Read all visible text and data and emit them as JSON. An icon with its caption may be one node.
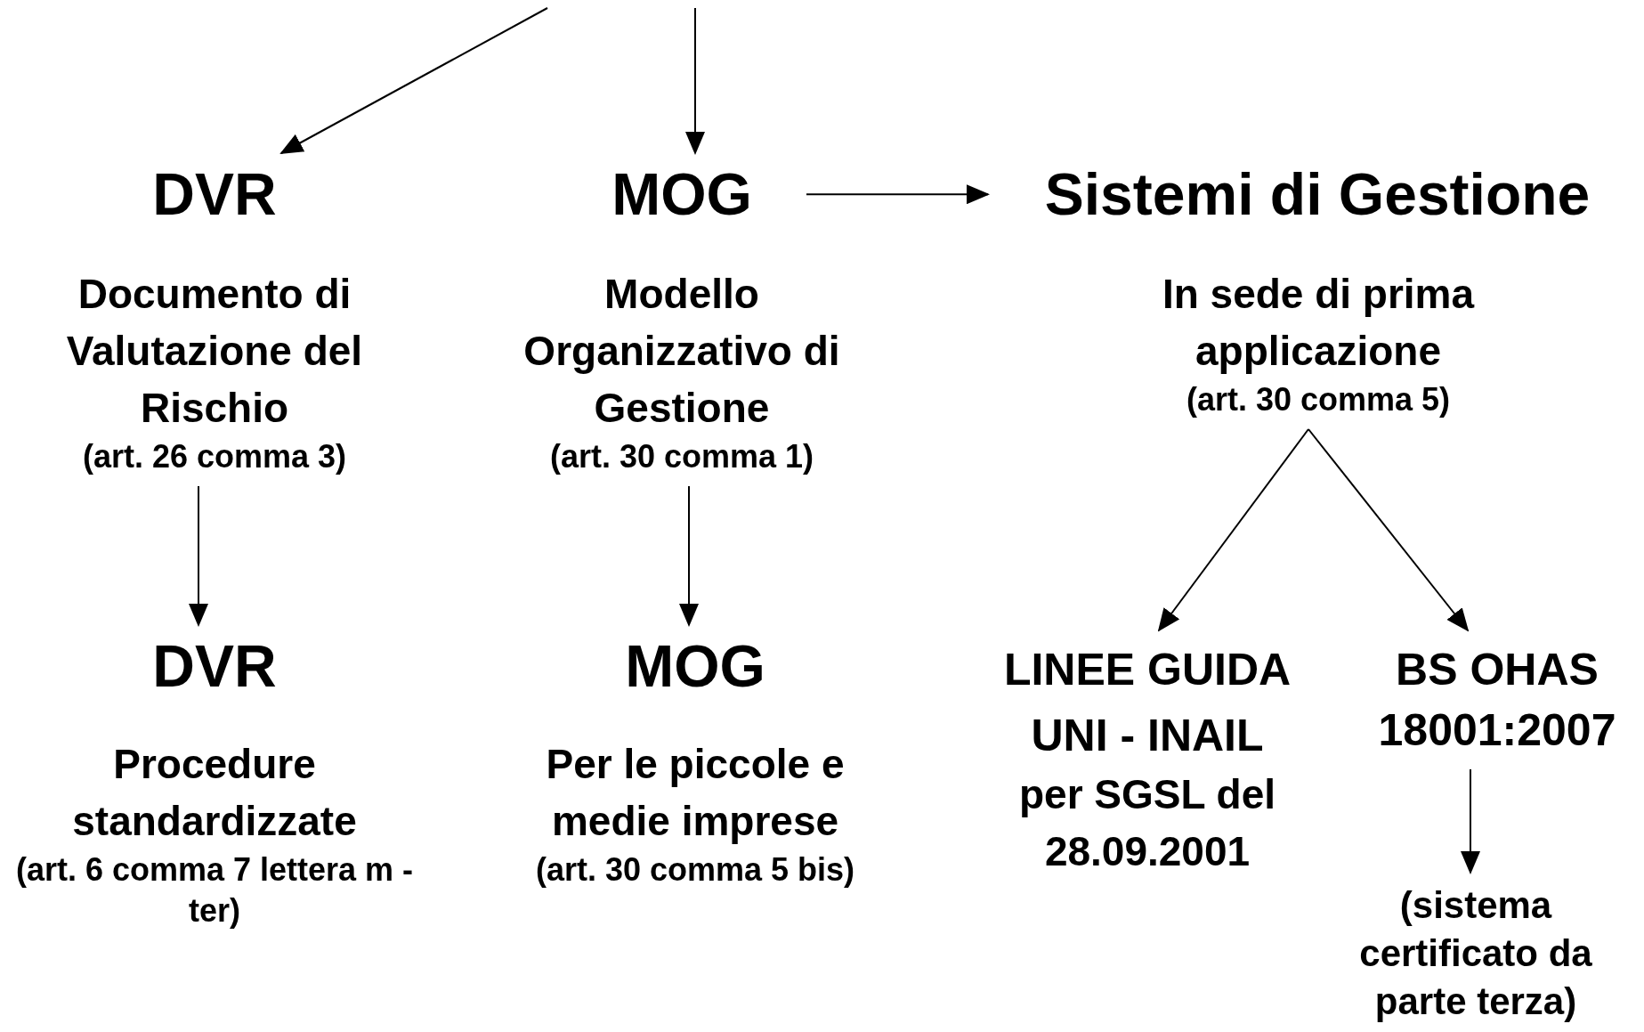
{
  "diagram": {
    "nodes": [
      {
        "text": [
          "DVR"
        ]
      },
      {
        "text": [
          "MOG"
        ]
      },
      {
        "text": [
          "Sistemi di Gestione"
        ]
      },
      {
        "text": [
          "Documento di Valutazione del Rischio",
          "(art. 26 comma 3)"
        ]
      },
      {
        "text": [
          "Modello Organizzativo di Gestione",
          "(art. 30 comma 1)"
        ]
      },
      {
        "text": [
          "In sede di prima applicazione",
          "(art. 30 comma 5)"
        ]
      },
      {
        "text": [
          "DVR"
        ]
      },
      {
        "text": [
          "MOG"
        ]
      },
      {
        "text": [
          "LINEE GUIDA",
          "UNI - INAIL",
          "per SGSL del 28.09.2001"
        ]
      },
      {
        "text": [
          "BS OHAS 18001:2007"
        ]
      },
      {
        "text": [
          "Procedure standardizzate",
          "(art. 6 comma 7 lettera m - ter)"
        ]
      },
      {
        "text": [
          "Per le piccole e medie imprese",
          "(art. 30 comma 5 bis)"
        ]
      },
      {
        "text": [
          "(sistema certificato da parte terza)"
        ]
      }
    ],
    "edges": [
      {
        "from": null,
        "to": 0,
        "arrow": "to"
      },
      {
        "from": null,
        "to": 1,
        "arrow": "to"
      },
      {
        "from": 1,
        "to": 2,
        "arrow": "to"
      },
      {
        "from": 3,
        "to": 6,
        "arrow": "to"
      },
      {
        "from": 4,
        "to": 7,
        "arrow": "to"
      },
      {
        "from": 5,
        "to": 8,
        "arrow": "to"
      },
      {
        "from": 5,
        "to": 9,
        "arrow": "to"
      },
      {
        "from": 9,
        "to": 12,
        "arrow": "to"
      }
    ]
  }
}
